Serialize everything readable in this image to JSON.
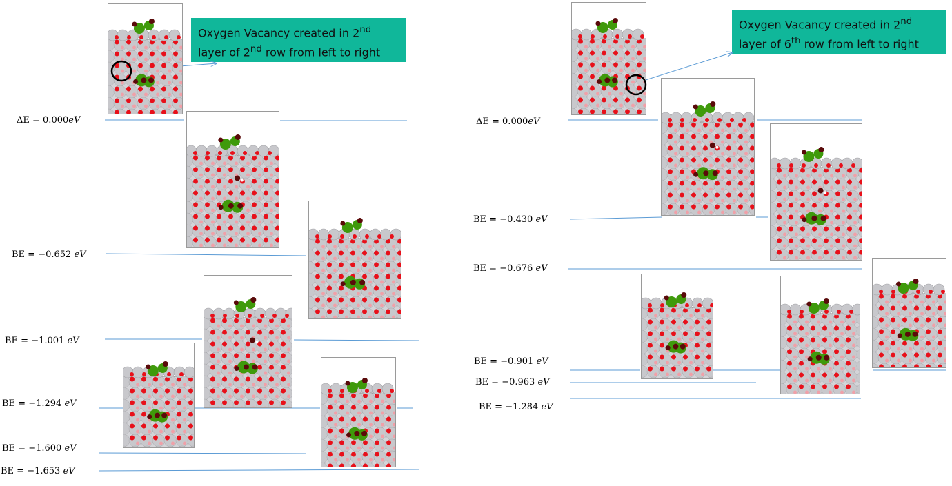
{
  "left_panel": {
    "annotation": {
      "prefix": "Oxygen Vacancy created in 2",
      "sup1": "nd",
      "line2_prefix": "layer of 2",
      "sup2": "nd",
      "line2_suffix": " row from left to right"
    },
    "levels": [
      {
        "label": "ΔE = 0.000",
        "unit": "eV"
      },
      {
        "label": "BE = −0.652",
        "unit": "eV"
      },
      {
        "label": "BE = −1.001",
        "unit": "eV"
      },
      {
        "label": "BE = −1.294",
        "unit": "eV"
      },
      {
        "label": "BE = −1.600",
        "unit": "eV"
      },
      {
        "label": "BE = −1.653",
        "unit": "eV"
      }
    ]
  },
  "right_panel": {
    "annotation": {
      "prefix": "Oxygen Vacancy created in 2",
      "sup1": "nd",
      "line2_prefix": "layer of 6",
      "sup2": "th",
      "line2_suffix": " row from left to right"
    },
    "levels": [
      {
        "label": "ΔE = 0.000",
        "unit": "eV"
      },
      {
        "label": "BE = −0.430",
        "unit": "eV"
      },
      {
        "label": "BE = −0.676",
        "unit": "eV"
      },
      {
        "label": "BE = −0.901",
        "unit": "eV"
      },
      {
        "label": "BE = −0.963",
        "unit": "eV"
      },
      {
        "label": "BE = −1.284",
        "unit": "eV"
      }
    ]
  },
  "colors": {
    "line": "#5b9bd5",
    "annotation_bg": "#10b79a",
    "metal_atom": "#c8c8cc",
    "oxygen_atom": "#e8101a",
    "adsorbate_carbon": "#3f9a0b",
    "adsorbate_oxygen": "#5a0a0a"
  }
}
